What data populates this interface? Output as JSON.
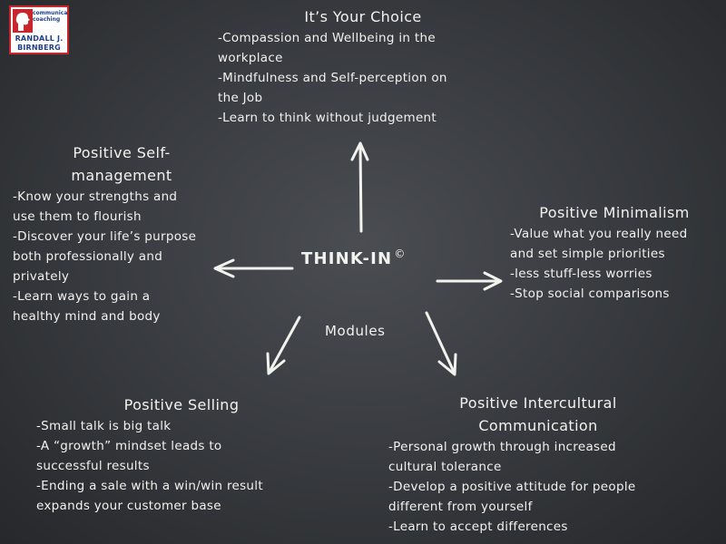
{
  "logo": {
    "seal_text": "communication coaching",
    "name_line1": "RANDALL J.",
    "name_line2": "BIRNBERG"
  },
  "center": {
    "title": "THINK-IN",
    "copyright_mark": "©",
    "subtitle": "Modules"
  },
  "modules": {
    "choice": {
      "title": "It’s Your Choice",
      "items": [
        "-Compassion and Wellbeing in the",
        "workplace",
        "-Mindfulness and Self-perception on",
        "the Job",
        "-Learn to think without judgement"
      ]
    },
    "self_management": {
      "title_line1": "Positive Self-",
      "title_line2": "management",
      "items": [
        "-Know your strengths and",
        "use them to flourish",
        "-Discover your life’s purpose",
        "both professionally and",
        "privately",
        "-Learn ways to gain a",
        "healthy mind and body"
      ]
    },
    "minimalism": {
      "title": "Positive Minimalism",
      "items": [
        "-Value what you really need",
        "and set simple priorities",
        "-less stuff-less worries",
        "-Stop social comparisons"
      ]
    },
    "selling": {
      "title": "Positive Selling",
      "items": [
        "-Small talk is big talk",
        "-A “growth” mindset leads to",
        "successful results",
        "-Ending a sale with a win/win result",
        "expands your customer base"
      ]
    },
    "intercultural": {
      "title_line1": "Positive Intercultural",
      "title_line2": "Communication",
      "items": [
        "-Personal growth through increased",
        "cultural tolerance",
        "-Develop a positive attitude for people",
        "different from yourself",
        "-Learn to accept differences"
      ]
    }
  },
  "colors": {
    "chalk": "#f2f2ee",
    "board": "#3a3d41",
    "logo_red": "#c9252c",
    "logo_blue": "#1f3f8f"
  }
}
